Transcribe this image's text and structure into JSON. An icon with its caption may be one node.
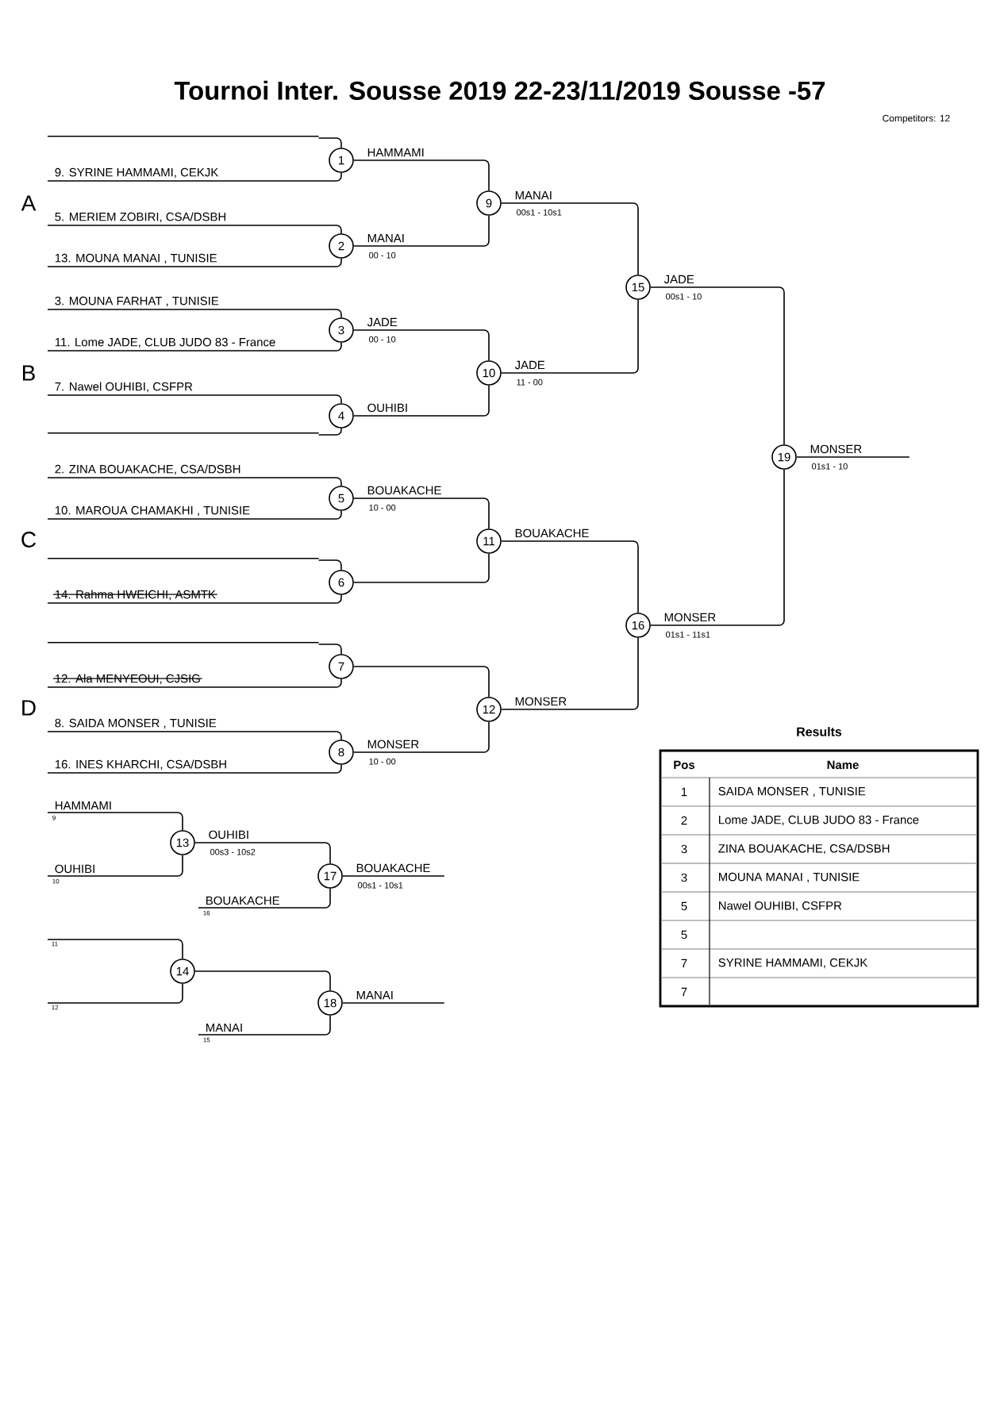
{
  "diagram": {
    "title": "Tournoi Inter. Sousse 2019 22-23/11/2019 Sousse -57",
    "nodes": [
      {
        "text": [
          "9. SYRINE HAMMAMI, CEKJK"
        ]
      },
      {
        "text": [
          "5. MERIEM ZOBIRI, CSA/DSBH"
        ]
      },
      {
        "text": [
          "13. MOUNA MANAI , TUNISIE"
        ]
      },
      {
        "text": [
          "3. MOUNA FARHAT , TUNISIE"
        ]
      },
      {
        "text": [
          "11. Lome JADE, CLUB JUDO 83 - France"
        ]
      },
      {
        "text": [
          "7. Nawel OUHIBI, CSFPR"
        ]
      },
      {
        "text": [
          "2. ZINA BOUAKACHE, CSA/DSBH"
        ]
      },
      {
        "text": [
          "10. MAROUA CHAMAKHI , TUNISIE"
        ]
      },
      {
        "text": [
          "14. Rahma HWEICHI, ASMTK"
        ]
      },
      {
        "text": [
          "12. Ala MENYEOUI, CJSIG"
        ]
      },
      {
        "text": [
          "8. SAIDA MONSER , TUNISIE"
        ]
      },
      {
        "text": [
          "16. INES KHARCHI, CSA/DSBH"
        ]
      },
      {
        "text": [
          "1"
        ],
        "beside": [
          "HAMMAMI"
        ]
      },
      {
        "text": [
          "2"
        ],
        "beside": [
          "MANAI",
          "00 - 10"
        ]
      },
      {
        "text": [
          "3"
        ],
        "beside": [
          "JADE",
          "00 - 10"
        ]
      },
      {
        "text": [
          "4"
        ],
        "beside": [
          "OUHIBI"
        ]
      },
      {
        "text": [
          "5"
        ],
        "beside": [
          "BOUAKACHE",
          "10 - 00"
        ]
      },
      {
        "text": [
          "6"
        ]
      },
      {
        "text": [
          "7"
        ]
      },
      {
        "text": [
          "8"
        ],
        "beside": [
          "MONSER",
          "10 - 00"
        ]
      },
      {
        "text": [
          "9"
        ],
        "beside": [
          "MANAI",
          "00s1 - 10s1"
        ]
      },
      {
        "text": [
          "10"
        ],
        "beside": [
          "JADE",
          "11 - 00"
        ]
      },
      {
        "text": [
          "11"
        ],
        "beside": [
          "BOUAKACHE"
        ]
      },
      {
        "text": [
          "12"
        ],
        "beside": [
          "MONSER"
        ]
      },
      {
        "text": [
          "15"
        ],
        "beside": [
          "JADE",
          "00s1 - 10"
        ]
      },
      {
        "text": [
          "16"
        ],
        "beside": [
          "MONSER",
          "01s1 - 11s1"
        ]
      },
      {
        "text": [
          "19"
        ],
        "beside": [
          "MONSER",
          "01s1 - 10"
        ]
      },
      {
        "text": [
          "HAMMAMI",
          "9"
        ]
      },
      {
        "text": [
          "OUHIBI",
          "10"
        ]
      },
      {
        "text": [
          "BOUAKACHE",
          "16"
        ]
      },
      {
        "text": [
          "11"
        ]
      },
      {
        "text": [
          "12"
        ]
      },
      {
        "text": [
          "MANAI",
          "15"
        ]
      },
      {
        "text": [
          "13"
        ],
        "beside": [
          "OUHIBI",
          "00s3 - 10s2"
        ]
      },
      {
        "text": [
          "17"
        ],
        "beside": [
          "BOUAKACHE",
          "00s1 - 10s1"
        ]
      },
      {
        "text": [
          "14"
        ]
      },
      {
        "text": [
          "18"
        ],
        "beside": [
          "MANAI"
        ]
      },
      {
        "text": [],
        "shape": "line"
      },
      {
        "text": [],
        "shape": "line"
      },
      {
        "text": [],
        "shape": "line"
      },
      {
        "text": [],
        "shape": "line"
      }
    ],
    "edges": [
      {
        "from": 37,
        "to": 12,
        "arrow": "none"
      },
      {
        "from": 0,
        "to": 12,
        "arrow": "none"
      },
      {
        "from": 1,
        "to": 13,
        "arrow": "none"
      },
      {
        "from": 2,
        "to": 13,
        "arrow": "none"
      },
      {
        "from": 3,
        "to": 14,
        "arrow": "none"
      },
      {
        "from": 4,
        "to": 14,
        "arrow": "none"
      },
      {
        "from": 5,
        "to": 15,
        "arrow": "none"
      },
      {
        "from": 38,
        "to": 15,
        "arrow": "none"
      },
      {
        "from": 6,
        "to": 16,
        "arrow": "none"
      },
      {
        "from": 7,
        "to": 16,
        "arrow": "none"
      },
      {
        "from": 39,
        "to": 17,
        "arrow": "none"
      },
      {
        "from": 8,
        "to": 17,
        "arrow": "none"
      },
      {
        "from": 40,
        "to": 18,
        "arrow": "none"
      },
      {
        "from": 9,
        "to": 18,
        "arrow": "none"
      },
      {
        "from": 10,
        "to": 19,
        "arrow": "none"
      },
      {
        "from": 11,
        "to": 19,
        "arrow": "none"
      },
      {
        "from": 12,
        "to": 20,
        "arrow": "none"
      },
      {
        "from": 13,
        "to": 20,
        "arrow": "none"
      },
      {
        "from": 14,
        "to": 21,
        "arrow": "none"
      },
      {
        "from": 15,
        "to": 21,
        "arrow": "none"
      },
      {
        "from": 16,
        "to": 22,
        "arrow": "none"
      },
      {
        "from": 17,
        "to": 22,
        "arrow": "none"
      },
      {
        "from": 18,
        "to": 23,
        "arrow": "none"
      },
      {
        "from": 19,
        "to": 23,
        "arrow": "none"
      },
      {
        "from": 20,
        "to": 24,
        "arrow": "none"
      },
      {
        "from": 21,
        "to": 24,
        "arrow": "none"
      },
      {
        "from": 22,
        "to": 25,
        "arrow": "none"
      },
      {
        "from": 23,
        "to": 25,
        "arrow": "none"
      },
      {
        "from": 24,
        "to": 26,
        "arrow": "none"
      },
      {
        "from": 25,
        "to": 26,
        "arrow": "none"
      },
      {
        "from": 26,
        "to": null,
        "arrow": "none"
      },
      {
        "from": 27,
        "to": 33,
        "arrow": "none"
      },
      {
        "from": 28,
        "to": 33,
        "arrow": "none"
      },
      {
        "from": 33,
        "to": 34,
        "arrow": "none"
      },
      {
        "from": 29,
        "to": 34,
        "arrow": "none"
      },
      {
        "from": 34,
        "to": null,
        "arrow": "none"
      },
      {
        "from": 30,
        "to": 35,
        "arrow": "none"
      },
      {
        "from": 31,
        "to": 35,
        "arrow": "none"
      },
      {
        "from": 35,
        "to": 36,
        "arrow": "none"
      },
      {
        "from": 32,
        "to": 36,
        "arrow": "none"
      },
      {
        "from": 36,
        "to": null,
        "arrow": "none"
      }
    ],
    "labels": [
      "Competitors: 12",
      "A",
      "B",
      "C",
      "D",
      "Results",
      "Pos",
      "Name",
      "1",
      "SAIDA MONSER , TUNISIE",
      "2",
      "Lome JADE, CLUB JUDO 83 - France",
      "3",
      "ZINA BOUAKACHE, CSA/DSBH",
      "3",
      "MOUNA MANAI , TUNISIE",
      "5",
      "Nawel OUHIBI, CSFPR",
      "5",
      "7",
      "SYRINE HAMMAMI, CEKJK",
      "7"
    ]
  }
}
